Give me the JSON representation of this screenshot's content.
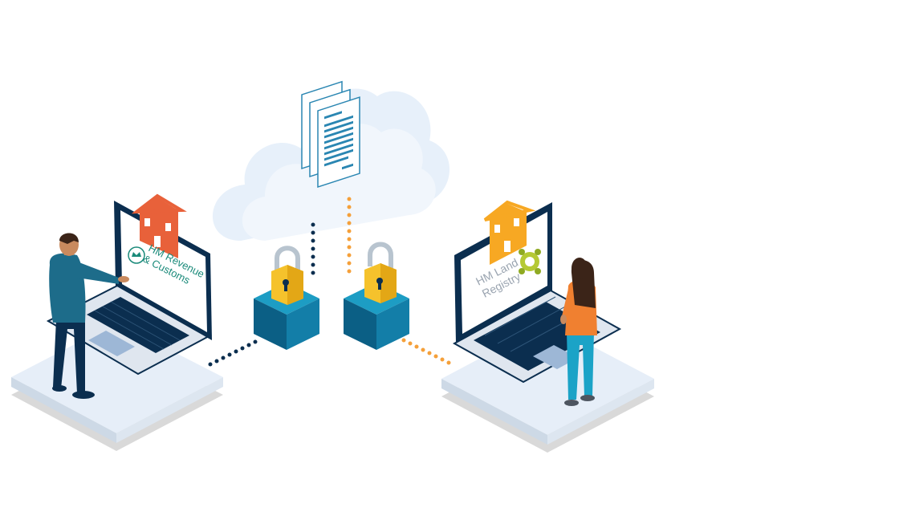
{
  "left_laptop": {
    "logo_line1": "HM Revenue",
    "logo_line2": "& Customs"
  },
  "right_laptop": {
    "logo_line1": "HM Land",
    "logo_line2": "Registry"
  },
  "colors": {
    "navy": "#0b2e4f",
    "teal": "#1d6c8a",
    "hmrc_green": "#1a8a7a",
    "orange_house": "#e8613a",
    "yellow_house": "#f7a823",
    "lock_gold": "#f5c22c",
    "box_blue": "#1583a8",
    "cloud": "#e9f1fa",
    "platform": "#e6eef8",
    "dot_navy": "#0b2e4f",
    "dot_orange": "#f5a03a"
  },
  "icons": [
    "cloud-icon",
    "documents-icon",
    "padlock-icon",
    "house-icon",
    "crown-crest-icon",
    "land-registry-emblem-icon"
  ]
}
